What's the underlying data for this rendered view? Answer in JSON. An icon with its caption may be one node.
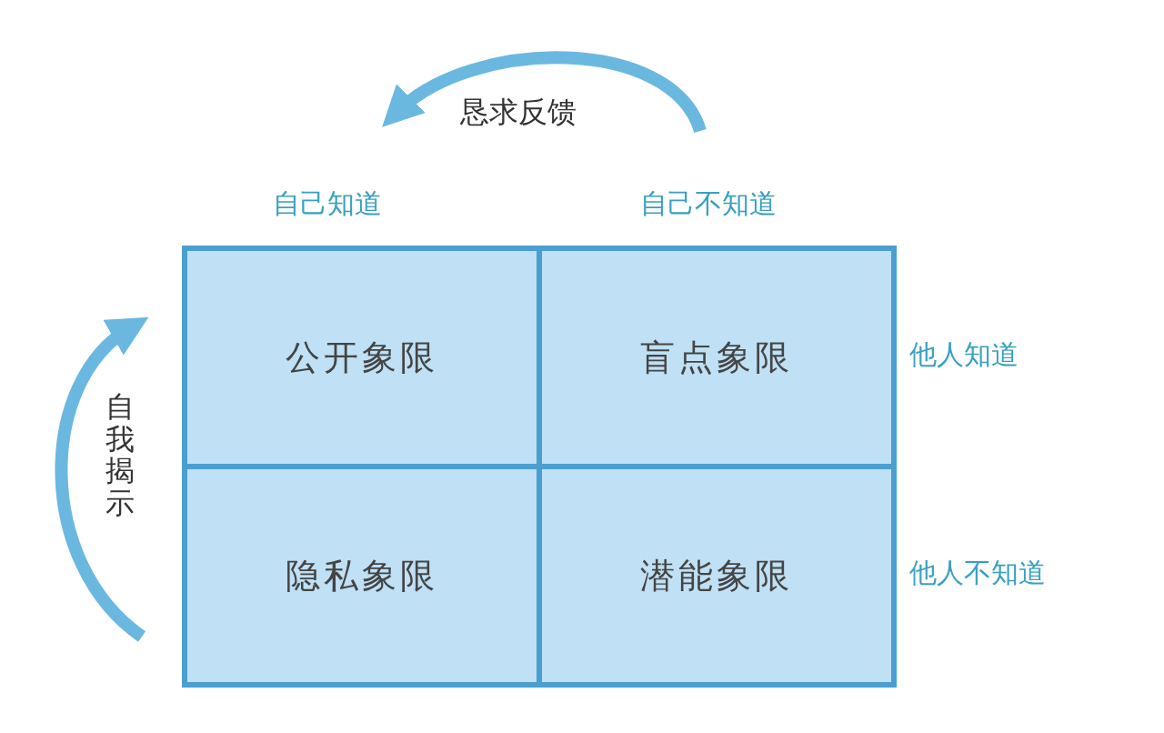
{
  "diagram": {
    "nodes": [
      {
        "text": [
          "公开象限"
        ]
      },
      {
        "text": [
          "盲点象限"
        ]
      },
      {
        "text": [
          "隐私象限"
        ]
      },
      {
        "text": [
          "潜能象限"
        ]
      }
    ],
    "labels": [
      "恳求反馈",
      "自己知道",
      "自己不知道",
      "他人知道",
      "自我揭示",
      "他人不知道"
    ]
  }
}
